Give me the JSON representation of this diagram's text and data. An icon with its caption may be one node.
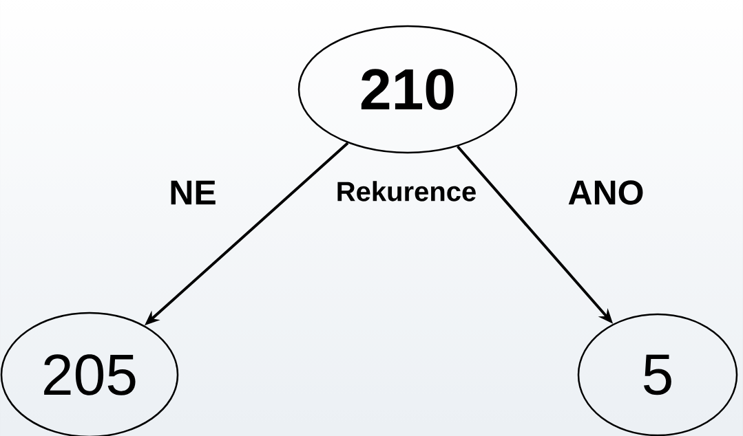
{
  "diagram": {
    "nodes": [
      {
        "text": [
          "210"
        ]
      },
      {
        "text": [
          "205"
        ]
      },
      {
        "text": [
          "5"
        ]
      }
    ],
    "edges": [
      {
        "from": 0,
        "to": 1,
        "arrow": "to",
        "label": "NE"
      },
      {
        "from": 0,
        "to": 2,
        "arrow": "to",
        "label": "ANO"
      }
    ],
    "labels": [
      "Rekurence"
    ]
  }
}
